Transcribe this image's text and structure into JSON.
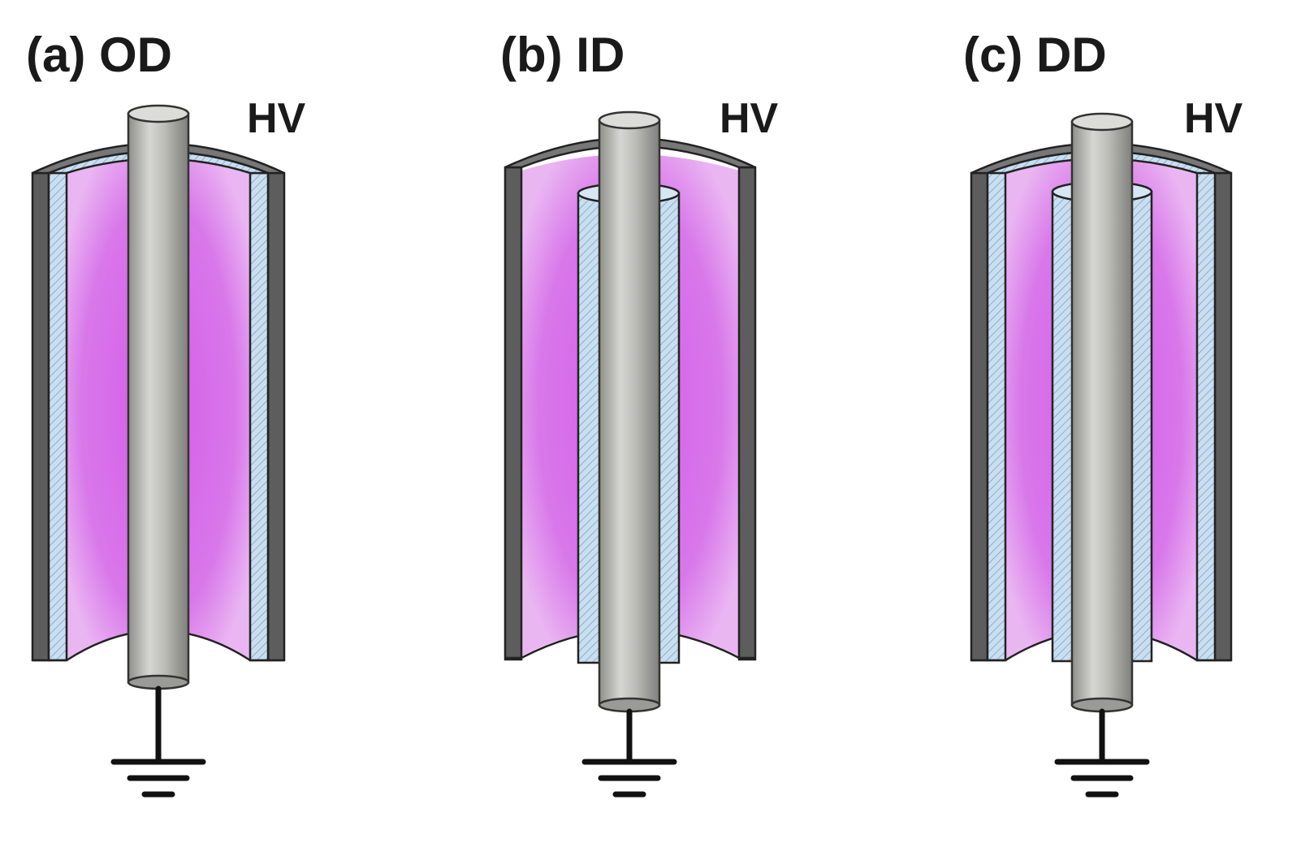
{
  "panels": [
    {
      "label": "(a) OD",
      "voltage_label": "HV",
      "outer_barrier": true,
      "inner_barrier": false
    },
    {
      "label": "(b) ID",
      "voltage_label": "HV",
      "outer_barrier": false,
      "inner_barrier": true
    },
    {
      "label": "(c) DD",
      "voltage_label": "HV",
      "outer_barrier": true,
      "inner_barrier": true
    }
  ],
  "colors": {
    "plasma": "#d25ee6",
    "plasma_light": "#e9b4f1",
    "electrode_dark": "#5a5a5a",
    "dielectric": "#c9dff0",
    "rod": "#bdbdb8",
    "ground": "#111111"
  }
}
